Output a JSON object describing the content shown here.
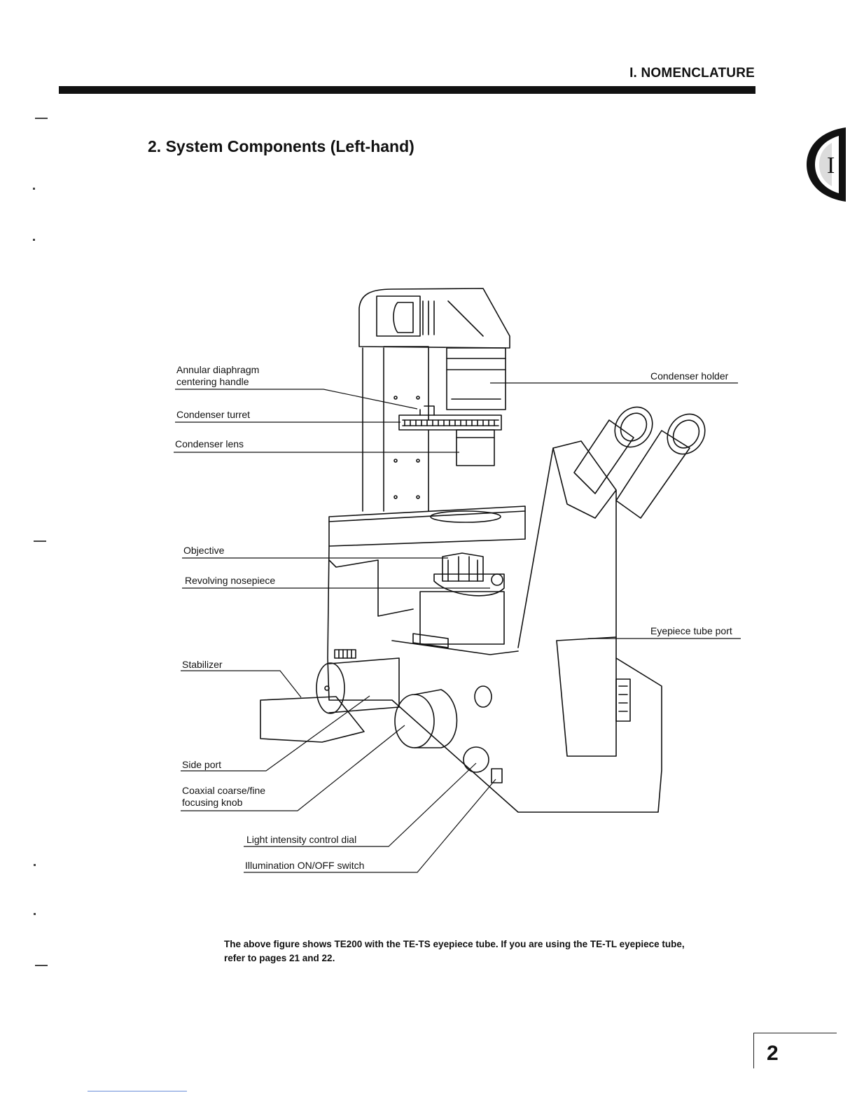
{
  "header": {
    "section": "I. NOMENCLATURE"
  },
  "title": "2. System Components (Left-hand)",
  "chapter_tab": "I",
  "labels": {
    "annular_line1": "Annular diaphragm",
    "annular_line2": "centering handle",
    "condenser_turret": "Condenser turret",
    "condenser_lens": "Condenser lens",
    "condenser_holder": "Condenser holder",
    "objective": "Objective",
    "revolving_nosepiece": "Revolving nosepiece",
    "eyepiece_tube_port": "Eyepiece tube port",
    "stabilizer": "Stabilizer",
    "side_port": "Side port",
    "focus_line1": "Coaxial coarse/fine",
    "focus_line2": "focusing knob",
    "light_intensity": "Light intensity control dial",
    "illumination_switch": "Illumination ON/OFF switch"
  },
  "caption": {
    "line1": "The above figure shows TE200 with the TE-TS eyepiece tube. If you are using the TE-TL eyepiece tube,",
    "line2": "refer to pages 21 and 22."
  },
  "page_number": "2"
}
